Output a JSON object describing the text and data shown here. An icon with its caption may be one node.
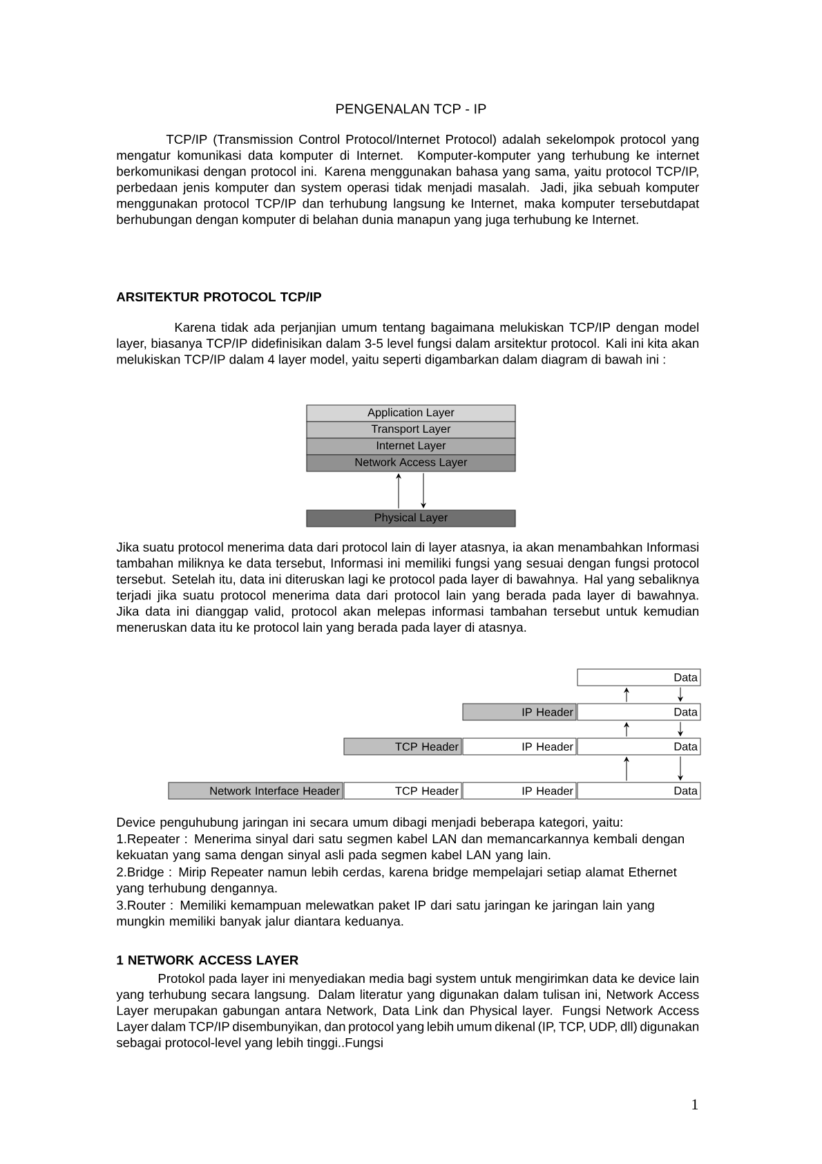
{
  "diagram": {
    "title": "PENGENALAN TCP - IP",
    "nodes": [
      {
        "text": [
          "Application Layer"
        ]
      },
      {
        "text": [
          "Transport Layer"
        ]
      },
      {
        "text": [
          "Internet Layer"
        ]
      },
      {
        "text": [
          "Network Access Layer"
        ]
      },
      {
        "text": [
          "Physical Layer"
        ]
      },
      {
        "text": [
          "Data"
        ]
      },
      {
        "text": [
          "IP Header"
        ]
      },
      {
        "text": [
          "Data"
        ]
      },
      {
        "text": [
          "TCP Header"
        ]
      },
      {
        "text": [
          "IP Header"
        ]
      },
      {
        "text": [
          "Data"
        ]
      },
      {
        "text": [
          "Network Interface Header"
        ]
      },
      {
        "text": [
          "TCP Header"
        ]
      },
      {
        "text": [
          "IP Header"
        ]
      },
      {
        "text": [
          "Data"
        ]
      }
    ],
    "edges": [
      {
        "from": 4,
        "to": 3,
        "arrow": "to"
      },
      {
        "from": 3,
        "to": 4,
        "arrow": "to"
      },
      {
        "from": 7,
        "to": 5,
        "arrow": "to"
      },
      {
        "from": 5,
        "to": 7,
        "arrow": "to"
      },
      {
        "from": 10,
        "to": 7,
        "arrow": "to"
      },
      {
        "from": 7,
        "to": 10,
        "arrow": "to"
      },
      {
        "from": 14,
        "to": 10,
        "arrow": "to"
      },
      {
        "from": 10,
        "to": 14,
        "arrow": "to"
      }
    ],
    "labels": [
      "TCP/IP (Transmission Control Protocol/Internet Protocol) adalah sekelompok protocol yang mengatur komunikasi data komputer di Internet. Komputer-komputer yang terhubung ke internet berkomunikasi dengan protocol ini. Karena menggunakan bahasa yang sama, yaitu protocol TCP/IP, perbedaan jenis komputer dan system operasi tidak menjadi masalah. Jadi, jika sebuah komputer menggunakan protocol TCP/IP dan terhubung langsung ke Internet, maka komputer tersebutdapat berhubungan dengan komputer di belahan dunia manapun yang juga terhubung ke Internet.",
      "ARSITEKTUR PROTOCOL TCP/IP",
      "Karena tidak ada perjanjian umum tentang bagaimana melukiskan TCP/IP dengan model layer, biasanya TCP/IP didefinisikan dalam 3-5 level fungsi dalam arsitektur protocol. Kali ini kita akan melukiskan TCP/IP dalam 4 layer model, yaitu seperti digambarkan dalam diagram di bawah ini :",
      "Jika suatu protocol menerima data dari protocol lain di layer atasnya, ia akan menambahkan Informasi tambahan miliknya ke data tersebut, Informasi ini memiliki fungsi yang sesuai dengan fungsi protocol tersebut. Setelah itu, data ini diteruskan lagi ke protocol pada layer di bawahnya. Hal yang sebaliknya terjadi jika suatu protocol menerima data dari protocol lain yang berada pada layer di bawahnya. Jika data ini dianggap valid, protocol akan melepas informasi tambahan tersebut untuk kemudian meneruskan data itu ke protocol lain yang berada pada layer di atasnya.",
      "Device penguhubung jaringan ini secara umum dibagi menjadi beberapa kategori, yaitu:",
      "1.Repeater : Menerima sinyal dari satu segmen kabel LAN dan memancarkannya kembali dengan kekuatan yang sama dengan sinyal asli pada segmen kabel LAN yang lain.",
      "2.Bridge : Mirip Repeater namun lebih cerdas, karena bridge mempelajari setiap alamat Ethernet yang terhubung dengannya.",
      "3.Router : Memiliki kemampuan melewatkan paket IP dari satu jaringan ke jaringan lain yang mungkin memiliki banyak jalur diantara keduanya.",
      "1 NETWORK ACCESS LAYER",
      "Protokol pada layer ini menyediakan media bagi system untuk mengirimkan data ke device lain yang terhubung secara langsung. Dalam literatur yang digunakan dalam tulisan ini, Network Access Layer merupakan gabungan antara Network, Data Link dan Physical layer. Fungsi Network Access Layer dalam TCP/IP disembunyikan, dan protocol yang lebih umum dikenal (IP, TCP, UDP, dll) digunakan sebagai protocol-level yang lebih tinggi..Fungsi",
      "1"
    ]
  }
}
